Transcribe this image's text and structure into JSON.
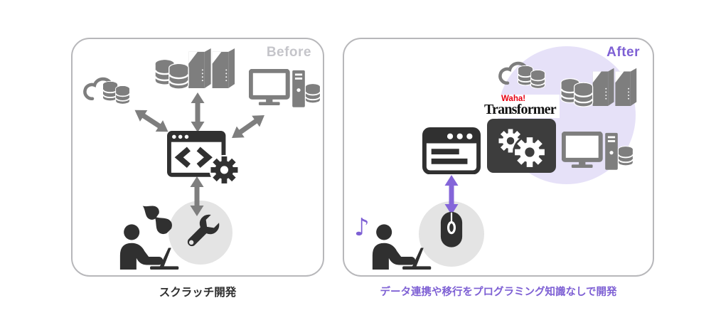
{
  "before_panel": {
    "label": "Before",
    "caption": "スクラッチ開発"
  },
  "after_panel": {
    "label": "After",
    "caption": "データ連携や移行をプログラミング知識なしで開発",
    "logo_top": "Waha!",
    "logo_bottom": "Transformer",
    "music_note": "♪"
  },
  "colors": {
    "accent_purple": "#7e60d4",
    "purple_arrow": "#8465d9",
    "purple_blob": "#e6e1f8",
    "icon_gray": "#7e7e7e",
    "icon_dark": "#303030",
    "gears_box_bg": "#3d3d3d",
    "gray_circle": "#e4e4e4",
    "before_label": "#c5c5ca",
    "logo_red": "#e60012",
    "panel_border": "#b7b7ba"
  },
  "icons": {
    "cloud-database-icon": "cloud outline with database cylinders",
    "server-database-icon": "database stacks with server towers",
    "desktop-pc-database-icon": "monitor, pc tower and database",
    "code-window-icon": "window with code brackets and gear",
    "double-arrow-icon": "two-headed arrow",
    "person-laptop-icon": "person working at laptop",
    "sweat-drop-icon": "sweat droplet",
    "wrench-icon": "wrench in circle",
    "form-window-icon": "window with text bars",
    "gears-icon": "two gears in dark box",
    "mouse-icon": "computer mouse in circle",
    "music-note-icon": "♪"
  }
}
